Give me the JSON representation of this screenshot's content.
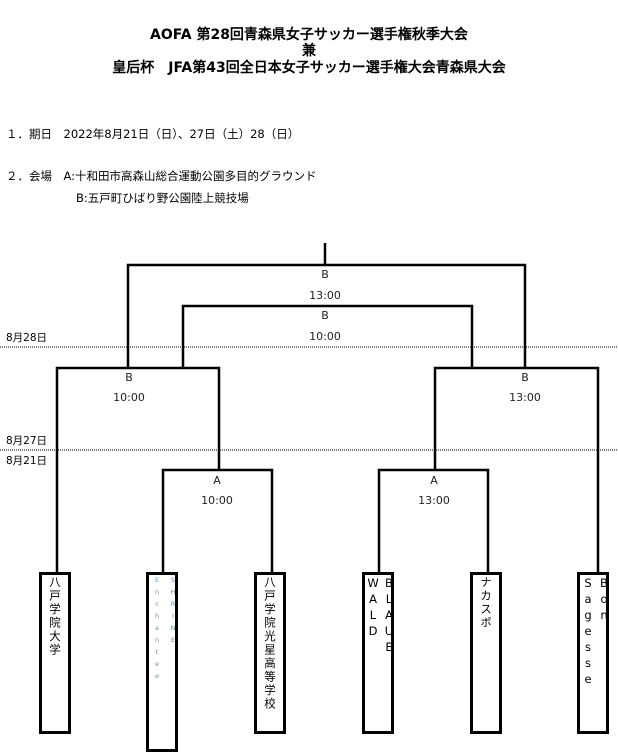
{
  "header": {
    "title_line1": "AOFA 第28回青森県女子サッカー選手権秋季大会",
    "title_line2": "兼",
    "title_line3": "皇后杯　JFA第43回全日本女子サッカー選手権大会青森県大会"
  },
  "info": {
    "dates": "１．期日　2022年8月21日（日）、27日（土）28（日）",
    "venue_label": "２．会場　A:十和田市高森山総合運動公園多目的グラウンド",
    "venue_b": "B:五戸町ひばり野公園陸上競技場"
  },
  "bracket": {
    "day_labels": [
      "8月28日",
      "8月27日",
      "8月21日"
    ],
    "final": {
      "venue": "B",
      "time": "13:00"
    },
    "third_place": {
      "venue": "B",
      "time": "10:00"
    },
    "semi_left": {
      "venue": "B",
      "time": "10:00"
    },
    "semi_right": {
      "venue": "B",
      "time": "13:00"
    },
    "r1_left": {
      "venue": "A",
      "time": "10:00"
    },
    "r1_right": {
      "venue": "A",
      "time": "13:00"
    },
    "teams": [
      "八戸学院大学",
      "SHRINE Enchantee",
      "八戸学院光星高等学校",
      "BLAUE WALD",
      "ナカスポ",
      "Bon Sagesse"
    ]
  }
}
